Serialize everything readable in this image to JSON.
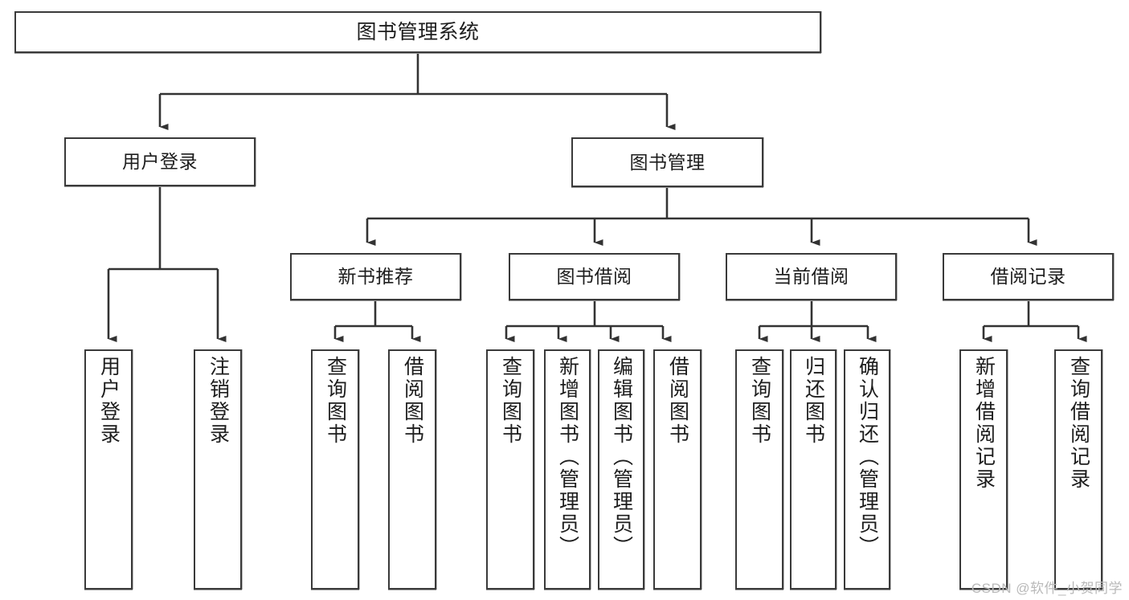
{
  "diagram": {
    "title": "图书管理系统",
    "type": "tree",
    "orientation": "top-down",
    "edge_color": "#333333",
    "node_border_color": "#3a3a3a",
    "node_fill_color": "#ffffff",
    "text_color": "#1d1d1d",
    "background_color": "#ffffff"
  },
  "nodes": {
    "root": {
      "label": "图书管理系统",
      "level": 0
    },
    "level1": [
      {
        "id": "user-login",
        "label": "用户登录"
      },
      {
        "id": "book-management",
        "label": "图书管理"
      }
    ],
    "level2": [
      {
        "id": "new-book-recommend",
        "label": "新书推荐",
        "parent": "book-management"
      },
      {
        "id": "book-borrow",
        "label": "图书借阅",
        "parent": "book-management"
      },
      {
        "id": "current-borrow",
        "label": "当前借阅",
        "parent": "book-management"
      },
      {
        "id": "borrow-record",
        "label": "借阅记录",
        "parent": "book-management"
      }
    ],
    "leaves": [
      {
        "id": "leaf-user-login",
        "label": "用户登录",
        "parent": "user-login"
      },
      {
        "id": "leaf-logout-login",
        "label": "注销登录",
        "parent": "user-login"
      },
      {
        "id": "leaf-query-book-1",
        "label": "查询图书",
        "parent": "new-book-recommend"
      },
      {
        "id": "leaf-borrow-book-1",
        "label": "借阅图书",
        "parent": "new-book-recommend"
      },
      {
        "id": "leaf-query-book-2",
        "label": "查询图书",
        "parent": "book-borrow"
      },
      {
        "id": "leaf-add-book",
        "label": "新增图书（管理员）",
        "parent": "book-borrow"
      },
      {
        "id": "leaf-edit-book",
        "label": "编辑图书（管理员）",
        "parent": "book-borrow"
      },
      {
        "id": "leaf-borrow-book-2",
        "label": "借阅图书",
        "parent": "book-borrow"
      },
      {
        "id": "leaf-query-book-3",
        "label": "查询图书",
        "parent": "current-borrow"
      },
      {
        "id": "leaf-return-book",
        "label": "归还图书",
        "parent": "current-borrow"
      },
      {
        "id": "leaf-confirm-return",
        "label": "确认归还（管理员）",
        "parent": "current-borrow"
      },
      {
        "id": "leaf-add-record",
        "label": "新增借阅记录",
        "parent": "borrow-record"
      },
      {
        "id": "leaf-query-record",
        "label": "查询借阅记录",
        "parent": "borrow-record"
      }
    ]
  },
  "watermark": {
    "text": "CSDN @软件_小贺同学"
  }
}
